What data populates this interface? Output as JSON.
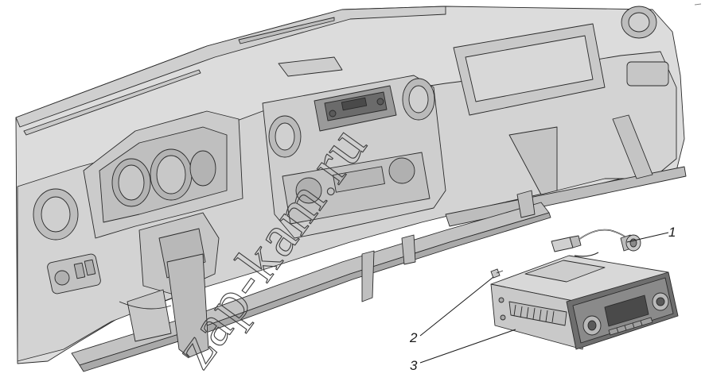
{
  "figure": {
    "callouts": [
      {
        "number": "1",
        "part": "cable-connector"
      },
      {
        "number": "2",
        "part": "fastener"
      },
      {
        "number": "3",
        "part": "radio-unit"
      }
    ],
    "watermark": "zap-kam.ru"
  },
  "colors": {
    "background": "#ffffff",
    "part_fill": "#d9d9d9",
    "part_shade": "#c4c4c4",
    "part_dark": "#a8a8a8",
    "outline": "#2a2a2a",
    "display": "#4a4a4a"
  }
}
